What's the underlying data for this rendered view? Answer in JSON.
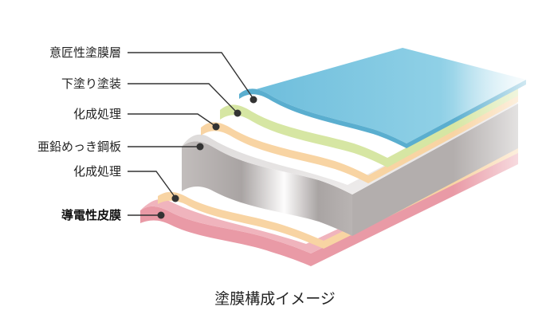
{
  "diagram": {
    "labels": [
      {
        "text": "意匠性塗膜層",
        "bold": false
      },
      {
        "text": "下塗り塗装",
        "bold": false
      },
      {
        "text": "化成処理",
        "bold": false
      },
      {
        "text": "亜鉛めっき鋼板",
        "bold": false
      },
      {
        "text": "化成処理",
        "bold": false
      },
      {
        "text": "導電性皮膜",
        "bold": true
      }
    ],
    "caption": "塗膜構成イメージ",
    "colors": {
      "top_coat": "#7ac4df",
      "undercoat": "#d6e6a3",
      "chemical": "#f8d4a3",
      "steel_light": "#e8e6e6",
      "steel_dark": "#a9a4a3",
      "conductive": "#e99aa6",
      "leader_line": "#333333"
    }
  }
}
